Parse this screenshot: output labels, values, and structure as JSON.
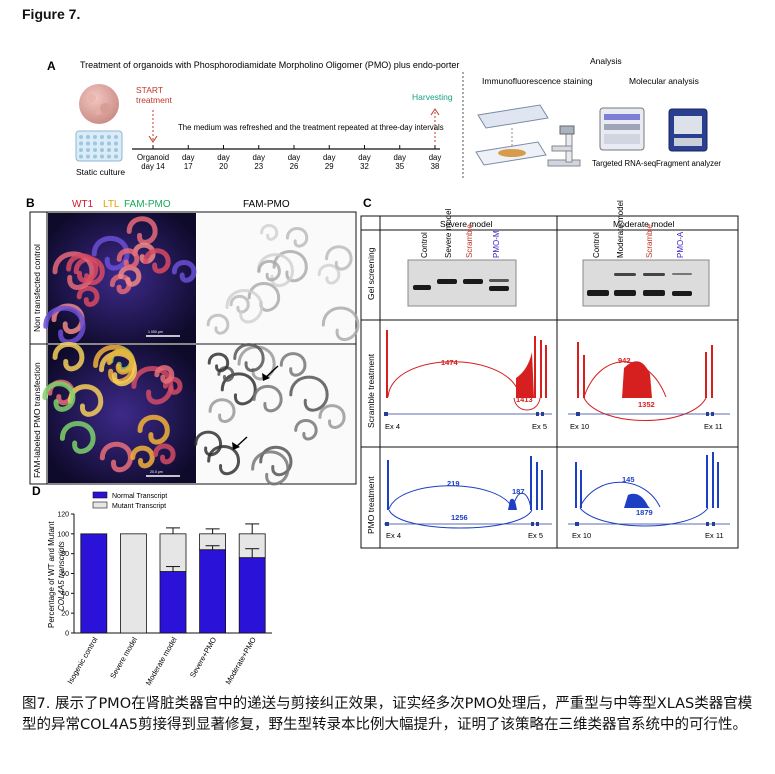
{
  "figure_label": "Figure 7.",
  "panelA": {
    "letter": "A",
    "heading": "Treatment of organoids with Phosphorodiamidate Morpholino Oligomer (PMO) plus endo-porter",
    "start_label_1": "START",
    "start_label_2": "treatment",
    "harvest_label": "Harvesting",
    "static_label": "Static culture",
    "interval_note": "The medium was refreshed and the treatment repeated at three-day intervals",
    "timeline": [
      {
        "top": "Organoid",
        "bottom": "day 14"
      },
      {
        "top": "day",
        "bottom": "17"
      },
      {
        "top": "day",
        "bottom": "20"
      },
      {
        "top": "day",
        "bottom": "23"
      },
      {
        "top": "day",
        "bottom": "26"
      },
      {
        "top": "day",
        "bottom": "29"
      },
      {
        "top": "day",
        "bottom": "32"
      },
      {
        "top": "day",
        "bottom": "35"
      },
      {
        "top": "day",
        "bottom": "38"
      }
    ],
    "analysis_title": "Analysis",
    "if_label": "Immunofluorescence staining",
    "mol_label": "Molecular analysis",
    "rnaseq_label": "Targeted RNA-seq",
    "frag_label": "Fragment analyzer"
  },
  "panelB": {
    "letter": "B",
    "stain_wt1": "WT1",
    "stain_ltl": "LTL",
    "stain_fam": "FAM-PMO",
    "right_title": "FAM-PMO",
    "row1_label": "Non transfected control",
    "row2_label": "FAM-labeled PMO transfection",
    "scale_label_1": "1 000 μm",
    "scale_label_2": "20.0 μm"
  },
  "panelC": {
    "letter": "C",
    "col_severe": "Severe model",
    "col_moderate": "Moderate model",
    "row_gel": "Gel screening",
    "row_scramble": "Scramble treatment",
    "row_pmo": "PMO treatment",
    "severe_lanes": [
      "Control",
      "Severe model",
      "Scramble",
      "PMO-M"
    ],
    "moderate_lanes": [
      "Control",
      "Moderate model",
      "Scramble",
      "PMO-A"
    ],
    "scramble_severe": {
      "n1": "1474",
      "n2": "1413",
      "ex_left": "Ex 4",
      "ex_right": "Ex 5"
    },
    "scramble_moderate": {
      "n1": "942",
      "n2": "1352",
      "ex_left": "Ex 10",
      "ex_right": "Ex 11"
    },
    "pmo_severe": {
      "n1": "219",
      "n2": "187",
      "n3": "1256",
      "ex_left": "Ex 4",
      "ex_right": "Ex 5"
    },
    "pmo_moderate": {
      "n1": "145",
      "n2": "1879",
      "ex_left": "Ex 10",
      "ex_right": "Ex 11"
    }
  },
  "chart_data": {
    "type": "bar",
    "stacked": true,
    "panel_letter": "D",
    "ylabel_1": "Percentage of WT and Mutant",
    "ylabel_2": "COL4A5 transcripts",
    "ylim": [
      0,
      120
    ],
    "yticks": [
      0,
      20,
      40,
      60,
      80,
      100,
      120
    ],
    "categories": [
      "Isogenic control",
      "Severe model",
      "Moderate model",
      "Severe+PMO",
      "Moderate+PMO"
    ],
    "series": [
      {
        "name": "Normal Transcript",
        "color": "#2b12d9",
        "values": [
          100,
          0,
          62,
          84,
          76
        ]
      },
      {
        "name": "Mutant Transcript",
        "color": "#e6e6e6",
        "values": [
          0,
          100,
          38,
          16,
          24
        ]
      }
    ],
    "error_normal": [
      0,
      0,
      5,
      4,
      9
    ],
    "error_total": [
      0,
      0,
      6,
      5,
      10
    ],
    "legend_position": "top"
  },
  "caption": "图7. 展示了PMO在肾脏类器官中的递送与剪接纠正效果，证实经多次PMO处理后，严重型与中等型XLAS类器官模型的异常COL4A5剪接得到显著修复，野生型转录本比例大幅提升，证明了该策略在三维类器官系统中的可行性。"
}
